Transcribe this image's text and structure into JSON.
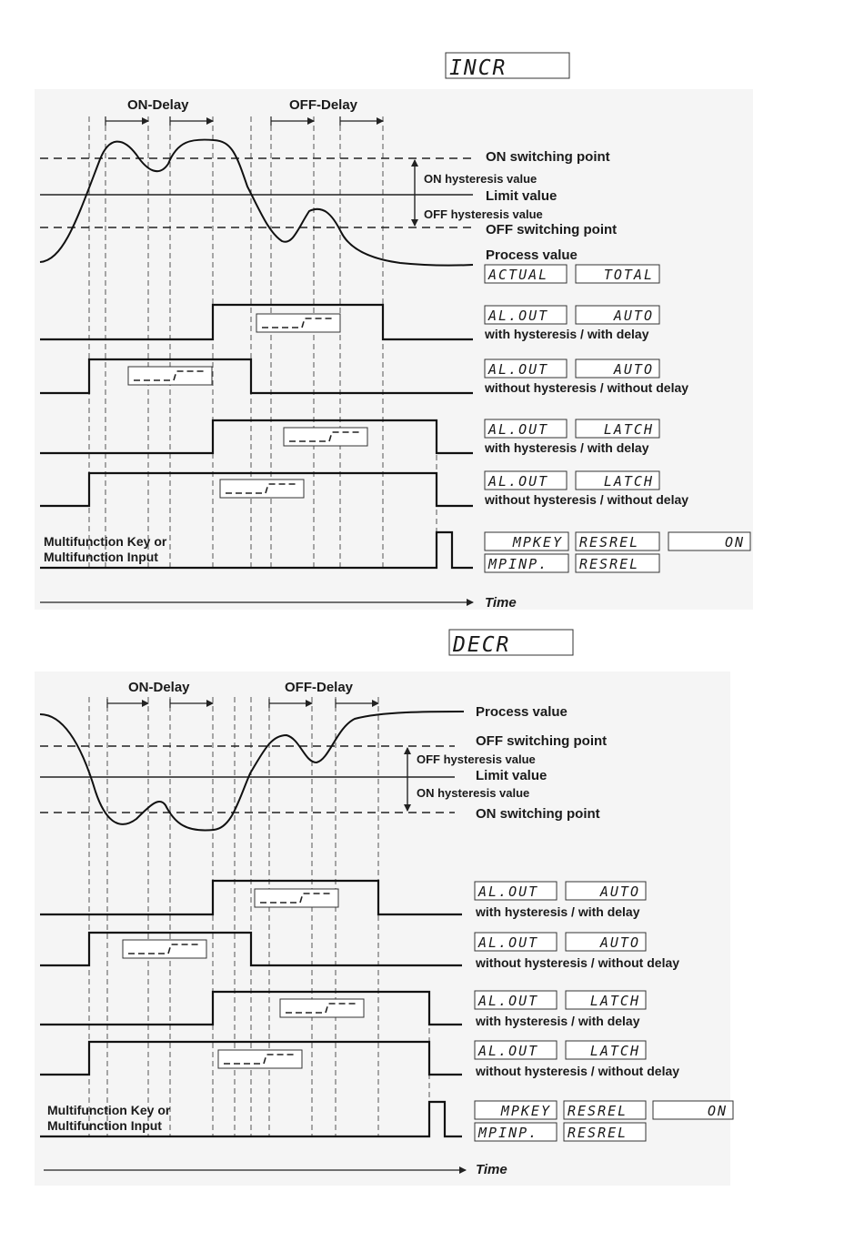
{
  "diagrams": [
    {
      "mode_display": "INCR",
      "on_delay_label": "ON-Delay",
      "off_delay_label": "OFF-Delay",
      "on_switching_point": "ON switching point",
      "on_hysteresis_value": "ON hysteresis value",
      "limit_value": "Limit value",
      "off_hysteresis_value": "OFF hysteresis value",
      "off_switching_point": "OFF switching point",
      "process_value": "Process value",
      "process_displays": [
        "ACTUAL",
        "TOTAL"
      ],
      "rows": [
        {
          "displays": [
            "AL.OUT",
            "AUTO"
          ],
          "caption": "with hysteresis / with delay"
        },
        {
          "displays": [
            "AL.OUT",
            "AUTO"
          ],
          "caption": "without hysteresis / without delay"
        },
        {
          "displays": [
            "AL.OUT",
            "LATCH"
          ],
          "caption": "with hysteresis / with delay"
        },
        {
          "displays": [
            "AL.OUT",
            "LATCH"
          ],
          "caption": "without hysteresis / without delay"
        }
      ],
      "mf_label_1": "Multifunction Key or",
      "mf_label_2": "Multifunction Input",
      "mf_displays": [
        "MPKEY",
        "RESREL",
        "ON",
        "MPINP.",
        "RESREL"
      ],
      "time_label": "Time"
    },
    {
      "mode_display": "DECR",
      "on_delay_label": "ON-Delay",
      "off_delay_label": "OFF-Delay",
      "process_value": "Process value",
      "off_switching_point": "OFF switching point",
      "off_hysteresis_value": "OFF hysteresis value",
      "limit_value": "Limit value",
      "on_hysteresis_value": "ON hysteresis value",
      "on_switching_point": "ON switching point",
      "rows": [
        {
          "displays": [
            "AL.OUT",
            "AUTO"
          ],
          "caption": "with hysteresis / with delay"
        },
        {
          "displays": [
            "AL.OUT",
            "AUTO"
          ],
          "caption": "without hysteresis / without delay"
        },
        {
          "displays": [
            "AL.OUT",
            "LATCH"
          ],
          "caption": "with hysteresis / with delay"
        },
        {
          "displays": [
            "AL.OUT",
            "LATCH"
          ],
          "caption": "without hysteresis / without delay"
        }
      ],
      "mf_label_1": "Multifunction Key or",
      "mf_label_2": "Multifunction Input",
      "mf_displays": [
        "MPKEY",
        "RESREL",
        "ON",
        "MPINP.",
        "RESREL"
      ],
      "time_label": "Time"
    }
  ]
}
